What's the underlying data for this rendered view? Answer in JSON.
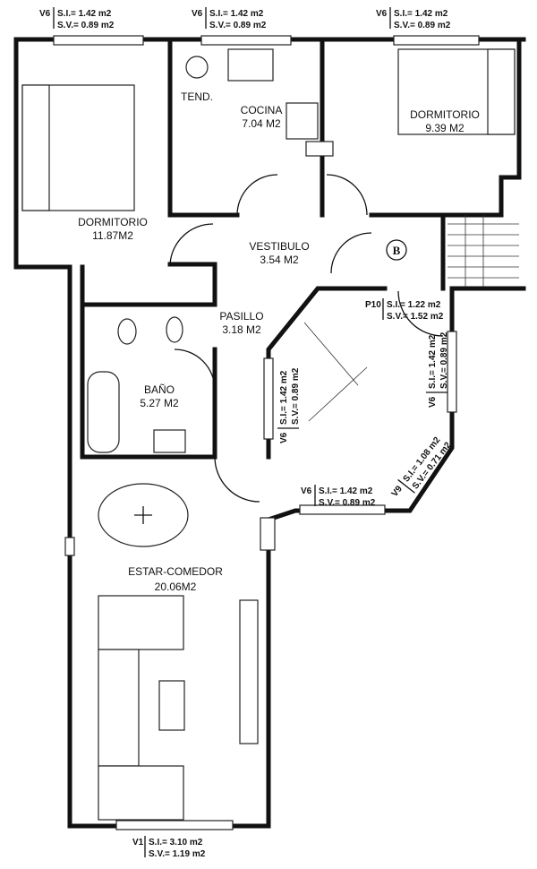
{
  "title": "Plano de vivienda",
  "rooms": {
    "dorm1": {
      "name": "DORMITORIO",
      "area": "11.87M2"
    },
    "tend": {
      "name": "TEND."
    },
    "cocina": {
      "name": "COCINA",
      "area": "7.04 M2"
    },
    "dorm2": {
      "name": "DORMITORIO",
      "area": "9.39 M2"
    },
    "vestibulo": {
      "name": "VESTIBULO",
      "area": "3.54 M2"
    },
    "pasillo": {
      "name": "PASILLO",
      "area": "3.18 M2"
    },
    "bano": {
      "name": "BAÑO",
      "area": "5.27 M2"
    },
    "estar": {
      "name": "ESTAR-COMEDOR",
      "area": "20.06M2"
    }
  },
  "marker": "B",
  "openings": {
    "top1": {
      "type": "V6",
      "si": "S.I.= 1.42 m2",
      "sv": "S.V.= 0.89 m2"
    },
    "top2": {
      "type": "V6",
      "si": "S.I.= 1.42 m2",
      "sv": "S.V.= 0.89 m2"
    },
    "top3": {
      "type": "V6",
      "si": "S.I.= 1.42 m2",
      "sv": "S.V.= 0.89 m2"
    },
    "p10": {
      "type": "P10",
      "si": "S.I.= 1.22 m2",
      "sv": "S.V.= 1.52 m2"
    },
    "right": {
      "type": "V6",
      "si": "S.I.= 1.42 m2",
      "sv": "S.V.= 0.89 m2"
    },
    "left": {
      "type": "V6",
      "si": "S.I.= 1.42 m2",
      "sv": "S.V.= 0.89 m2"
    },
    "bottom": {
      "type": "V6",
      "si": "S.I.= 1.42 m2",
      "sv": "S.V.= 0.89 m2"
    },
    "diag": {
      "type": "V9",
      "si": "S.I.= 1.08 m2",
      "sv": "S.V.= 0.71 m2"
    },
    "v1": {
      "type": "V1",
      "si": "S.I.= 3.10 m2",
      "sv": "S.V.= 1.19 m2"
    }
  }
}
